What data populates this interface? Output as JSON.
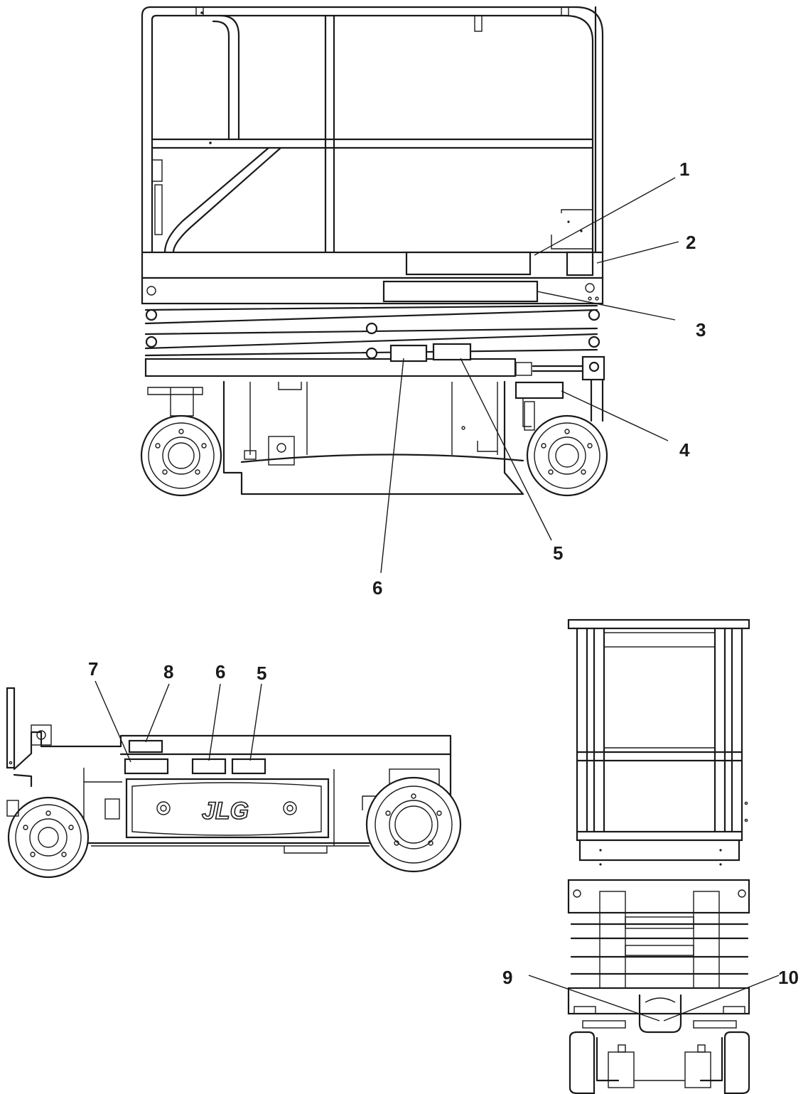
{
  "views": [
    "side-view-raised-platform",
    "side-view-stowed",
    "end-view"
  ],
  "callouts": {
    "c1": "1",
    "c2": "2",
    "c3": "3",
    "c4": "4",
    "c5a": "5",
    "c6a": "6",
    "c7": "7",
    "c8": "8",
    "c6b": "6",
    "c5b": "5",
    "c9": "9",
    "c10": "10"
  },
  "brand_logo": "JLG"
}
